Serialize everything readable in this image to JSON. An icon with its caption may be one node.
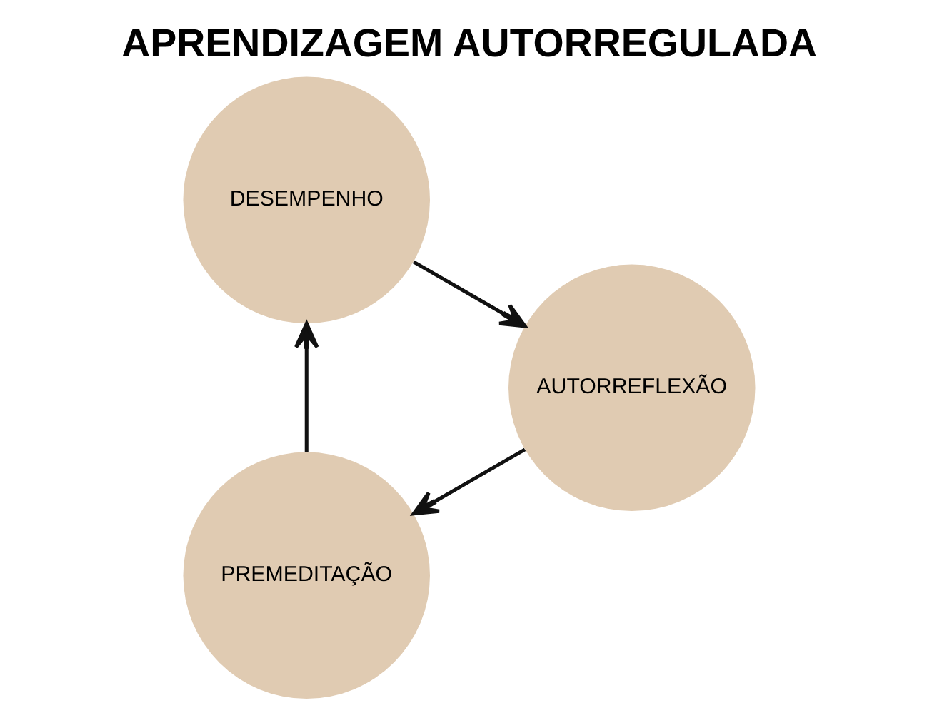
{
  "diagram": {
    "title": "APRENDIZAGEM AUTORREGULADA",
    "nodes": [
      {
        "text": [
          "PREMEDITAÇÃO"
        ]
      },
      {
        "text": [
          "DESEMPENHO"
        ]
      },
      {
        "text": [
          "AUTORREFLEXÃO"
        ]
      }
    ],
    "edges": [
      {
        "from": 0,
        "to": 1,
        "arrow": "to"
      },
      {
        "from": 1,
        "to": 2,
        "arrow": "to"
      },
      {
        "from": 2,
        "to": 0,
        "arrow": "to"
      }
    ]
  }
}
